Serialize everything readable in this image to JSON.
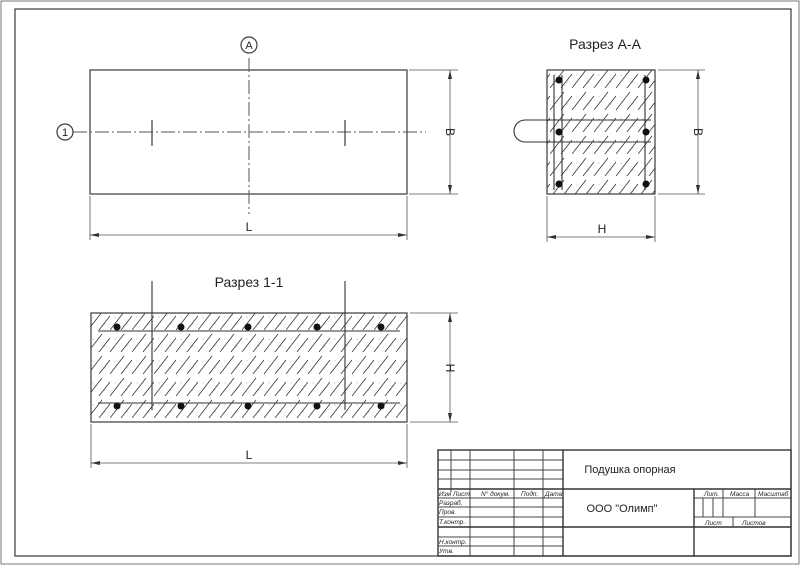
{
  "drawing": {
    "plan_view": {
      "axis_a_label": "A",
      "axis_1_label": "1",
      "dim_length_label": "L",
      "dim_width_label": "B"
    },
    "section_aa": {
      "title": "Разрез А-А",
      "dim_height_label": "H",
      "dim_width_label": "B"
    },
    "section_11": {
      "title": "Разрез 1-1",
      "dim_length_label": "L",
      "dim_height_label": "H"
    }
  },
  "title_block": {
    "drawing_name": "Подушка опорная",
    "organization": "ООО \"Олимп\"",
    "columns": {
      "change": "Изм",
      "sheet": "Лист",
      "doc_number": "N° докум.",
      "signature": "Подп.",
      "date": "Дата"
    },
    "roles": {
      "developed": "Разраб.",
      "checked": "Пров.",
      "tech_control": "Т.контр.",
      "norm_control": "Н.контр.",
      "approved": "Утв."
    },
    "info": {
      "letter": "Лит.",
      "mass": "Масса",
      "scale": "Масштаб",
      "sheet": "Лист",
      "sheets": "Листов"
    }
  },
  "colors": {
    "line": "#3a3a3a",
    "background": "#ffffff",
    "rebar": "#111111"
  }
}
